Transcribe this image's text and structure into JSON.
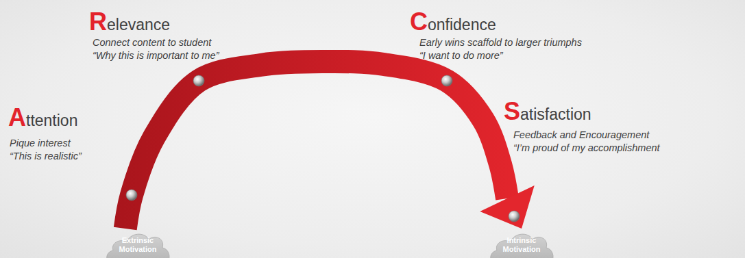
{
  "diagram": {
    "nodes": [
      {
        "text": [
          "Extrinsic Motivation"
        ]
      },
      {
        "text": [
          "Intrinsic Motivation"
        ]
      }
    ],
    "edges": [
      {
        "from": 0,
        "to": 1,
        "arrow": "to"
      }
    ],
    "labels": [
      "Attention",
      "Pique interest",
      "“This is realistic”",
      "Relevance",
      "Connect content to student",
      "“Why this is important to me”",
      "Confidence",
      "Early wins scaffold to larger triumphs",
      "“I want to do more”",
      "Satisfaction",
      "Feedback and Encouragement",
      "“I’m proud of my accomplishment"
    ]
  }
}
